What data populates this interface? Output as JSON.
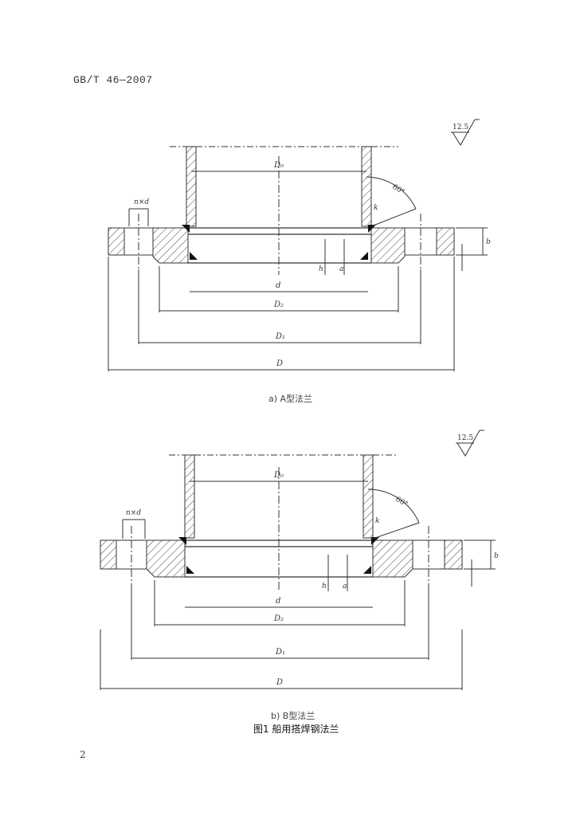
{
  "header": {
    "standard": "GB/T 46—2007"
  },
  "roughness": "12.5",
  "angle": "60°",
  "labels": {
    "D0": "D₀",
    "d": "d",
    "D1": "D₁",
    "D2": "D₂",
    "D": "D",
    "nd": "n×d",
    "k": "k",
    "b": "b",
    "h": "h",
    "a": "a"
  },
  "figures": [
    {
      "caption": "a)  A型法兰"
    },
    {
      "caption": "b)  B型法兰"
    }
  ],
  "figure_title": "图1  船用搭焊钢法兰",
  "page_number": "2"
}
